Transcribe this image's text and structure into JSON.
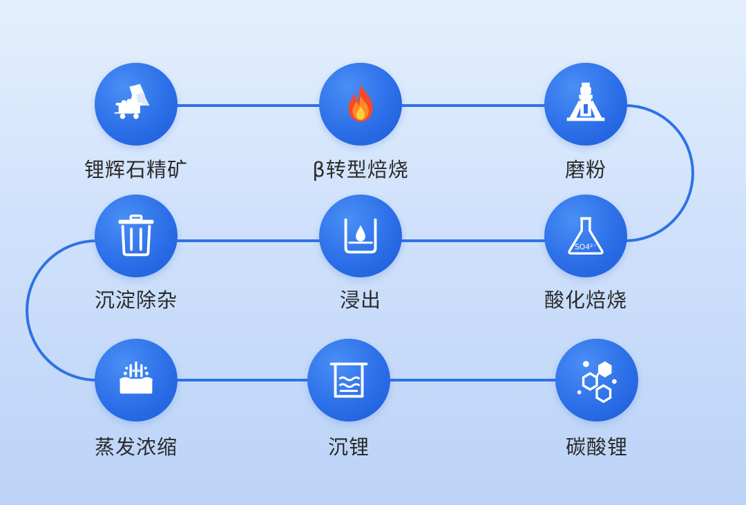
{
  "steps": [
    {
      "label": "锂辉石精矿",
      "icon": "ore-mine-cart-icon"
    },
    {
      "label": "β转型焙烧",
      "icon": "flame-icon"
    },
    {
      "label": "磨粉",
      "icon": "grinding-mill-icon"
    },
    {
      "label": "酸化焙烧",
      "icon": "flask-so4-icon"
    },
    {
      "label": "浸出",
      "icon": "beaker-droplet-icon"
    },
    {
      "label": "沉淀除杂",
      "icon": "trash-bin-icon"
    },
    {
      "label": "蒸发浓缩",
      "icon": "evaporation-tank-icon"
    },
    {
      "label": "沉锂",
      "icon": "settling-tank-icon"
    },
    {
      "label": "碳酸锂",
      "icon": "molecule-icon"
    }
  ],
  "flask_text": "SO4²⁻",
  "colors": {
    "accent": "#2c6fe8",
    "line": "#2e72e6",
    "text": "#2a2a2a"
  }
}
